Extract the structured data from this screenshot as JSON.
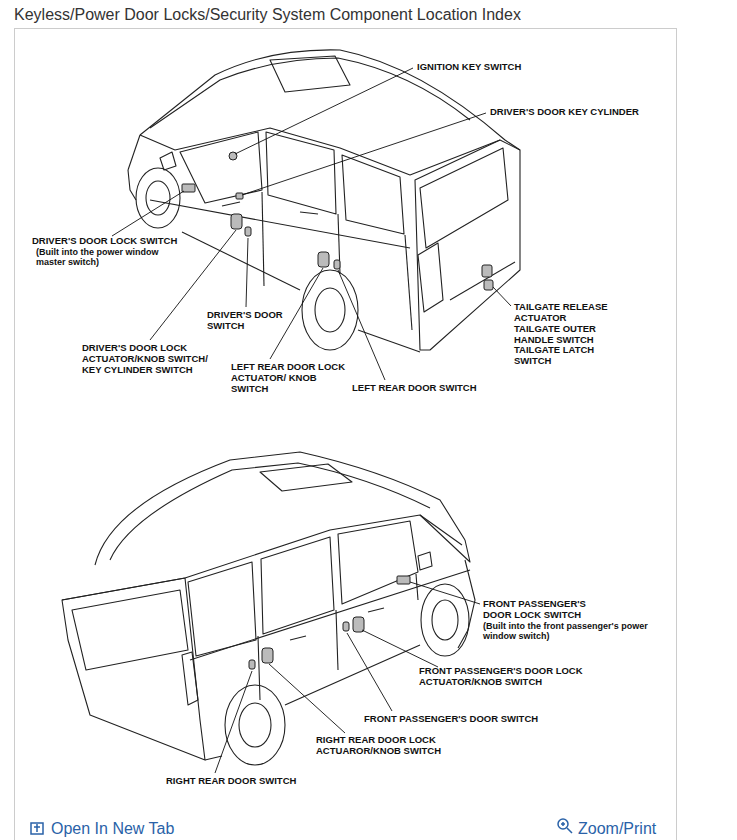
{
  "diagram": {
    "title": "Keyless/Power Door Locks/Security System Component Location Index",
    "labels": [
      "IGNITION KEY SWITCH",
      "DRIVER'S DOOR KEY CYLINDER",
      "DRIVER'S DOOR LOCK SWITCH",
      "(Built into the power window master switch)",
      "TAILGATE RELEASE ACTUATOR",
      "TAILGATE OUTER HANDLE SWITCH",
      "TAILGATE LATCH SWITCH",
      "DRIVER'S DOOR SWITCH",
      "DRIVER'S DOOR LOCK ACTUATOR/KNOB SWITCH/ KEY CYLINDER SWITCH",
      "LEFT REAR DOOR LOCK ACTUATOR/ KNOB SWITCH",
      "LEFT REAR DOOR SWITCH",
      "FRONT PASSENGER'S DOOR LOCK SWITCH",
      "(Built into the front passenger's power window switch)",
      "FRONT PASSENGER'S DOOR LOCK ACTUATOR/KNOB SWITCH",
      "FRONT PASSENGER'S DOOR SWITCH",
      "RIGHT REAR DOOR LOCK ACTUAROR/KNOB SWITCH",
      "RIGHT REAR DOOR SWITCH",
      "Open In New Tab",
      "Zoom/Print"
    ]
  }
}
